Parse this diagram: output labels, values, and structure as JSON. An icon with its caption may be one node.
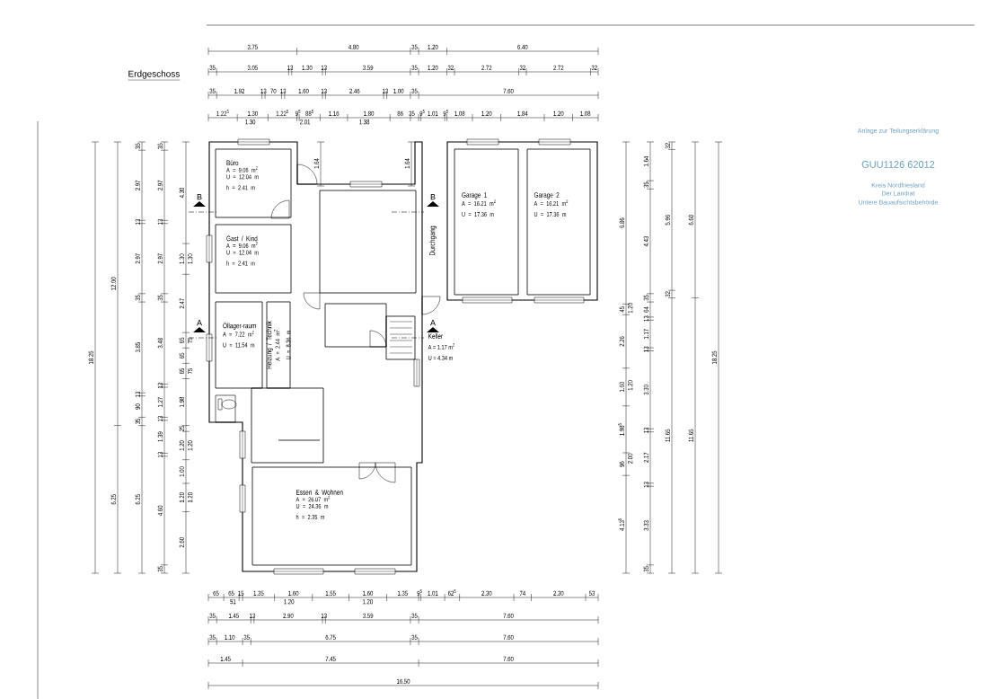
{
  "diagram": {
    "title": "Erdgeschoss",
    "nodes": [
      {
        "text": [
          "Büro",
          "A = 9.06 m$^{2}$",
          "U = 12.04 m",
          "h = 2.41 m"
        ]
      },
      {
        "text": [
          "Gast / Kind",
          "A = 9.06 m$^{2}$",
          "U = 12.04 m",
          "h = 2.41 m"
        ]
      },
      {
        "text": [
          "Öllager-raum",
          "A = 7.22 m$^{2}$",
          "U = 11.54 m"
        ]
      },
      {
        "text": [
          "Heizung / Technik",
          "A = 2.44 m$^{2}$",
          "U = 8.36 m"
        ]
      },
      {
        "text": [
          "Garage 1",
          "A = 16.21 m$^{2}$",
          "U = 17.36 m"
        ]
      },
      {
        "text": [
          "Garage 2",
          "A = 16.21 m$^{2}$",
          "U = 17.36 m"
        ]
      },
      {
        "text": [
          "Keller",
          "A = 1.17 m$^{2}$",
          "U = 4.34 m"
        ]
      },
      {
        "text": [
          "Essen & Wohnen",
          "A = 26.07 m$^{2}$",
          "U = 24.36 m",
          "h = 2.35 m"
        ]
      }
    ],
    "labels": [
      "3.75",
      "4.80",
      "35",
      "1.20",
      "6.40",
      "35",
      "3.05",
      "13",
      "1.30",
      "13",
      "3.59",
      "35",
      "1.20",
      "32",
      "2.72",
      "32",
      "2.72",
      "32",
      "35",
      "1.92",
      "13",
      "70",
      "13",
      "1.60",
      "13",
      "2.46",
      "13",
      "1.00",
      "35",
      "7.60",
      "1.22$^{5}$",
      "1.30",
      "1.22$^{5}$",
      "9$^{5}$",
      "88$^{5}$",
      "1.16",
      "1.80",
      "86",
      "35",
      "9$^{5}$",
      "1.01",
      "9$^{5}$",
      "1.08",
      "1.20",
      "1.84",
      "1.20",
      "1.08",
      "1.30",
      "2.01",
      "1.38",
      "18.25",
      "12.00",
      "6.25",
      "35",
      "2.97",
      "13",
      "2.97",
      "35",
      "3.85",
      "13",
      "90",
      "35",
      "6.25",
      "35",
      "2.97",
      "13",
      "2.97",
      "35",
      "3.48",
      "13",
      "1.27",
      "13",
      "1.39",
      "13",
      "4.60",
      "35",
      "4.30",
      "1.30",
      "2.47",
      "65",
      "65",
      "65",
      "1.98",
      "25",
      "1.20",
      "1.00",
      "1.20",
      "2.60",
      "1.30",
      "75",
      "75",
      "1.20",
      "1.20",
      "B",
      "B",
      "A",
      "A",
      "Durchgang",
      "1.64",
      "1.64",
      "6.86",
      "45",
      "2.26",
      "1.60",
      "1.98$^{5}$",
      "96",
      "4.13$^{5}$",
      "1.20",
      "1.20",
      "2.00",
      "1.64",
      "35",
      "4.43",
      "35",
      "64",
      "13",
      "1.17",
      "13",
      "3.30",
      "13",
      "2.17",
      "13",
      "3.33",
      "35",
      "32",
      "5.96",
      "32",
      "11.65",
      "6.60",
      "11.65",
      "18.25",
      "65",
      "65",
      "15",
      "1.35",
      "1.60",
      "1.55",
      "1.60",
      "1.35",
      "9$^{5}$",
      "1.01",
      "62$^{5}$",
      "2.30",
      "74",
      "2.30",
      "53",
      "51",
      "1.20",
      "1.20",
      "35",
      "1.45",
      "13",
      "2.90",
      "13",
      "3.59",
      "35",
      "7.60",
      "35",
      "1.10",
      "35",
      "6.75",
      "35",
      "7.60",
      "1.45",
      "7.45",
      "7.60",
      "16.50",
      "Anlage zur Teilungserklärung",
      "GUU1126 62012",
      "Kreis Nordfriesland",
      "Der Landrat",
      "Untere Bauaufsichtsbehörde"
    ]
  }
}
